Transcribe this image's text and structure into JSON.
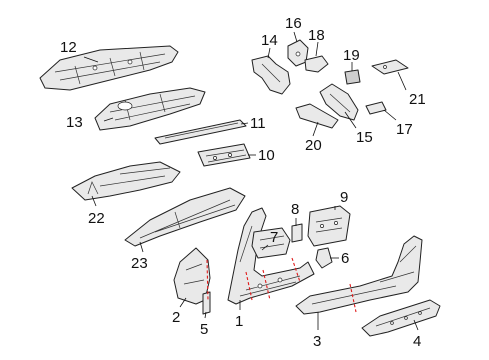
{
  "callouts": [
    {
      "id": "c1",
      "text": "1"
    },
    {
      "id": "c2",
      "text": "2"
    },
    {
      "id": "c3",
      "text": "3"
    },
    {
      "id": "c4",
      "text": "4"
    },
    {
      "id": "c5",
      "text": "5"
    },
    {
      "id": "c6",
      "text": "6"
    },
    {
      "id": "c7",
      "text": "7"
    },
    {
      "id": "c8",
      "text": "8"
    },
    {
      "id": "c9",
      "text": "9"
    },
    {
      "id": "c10",
      "text": "10"
    },
    {
      "id": "c11",
      "text": "11"
    },
    {
      "id": "c12",
      "text": "12"
    },
    {
      "id": "c13",
      "text": "13"
    },
    {
      "id": "c14",
      "text": "14"
    },
    {
      "id": "c15",
      "text": "15"
    },
    {
      "id": "c16",
      "text": "16"
    },
    {
      "id": "c17",
      "text": "17"
    },
    {
      "id": "c18",
      "text": "18"
    },
    {
      "id": "c19",
      "text": "19"
    },
    {
      "id": "c20",
      "text": "20"
    },
    {
      "id": "c21",
      "text": "21"
    },
    {
      "id": "c22",
      "text": "22"
    },
    {
      "id": "c23",
      "text": "23"
    }
  ],
  "colors": {
    "line": "#222222",
    "cut_line": "#e01b1b",
    "part_fill": "#e9e9e9"
  }
}
